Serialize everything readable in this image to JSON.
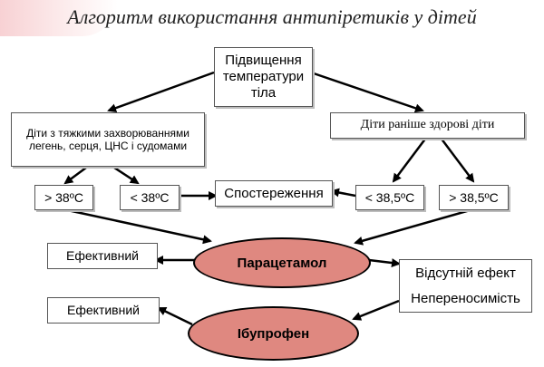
{
  "title": "Алгоритм використання антипіретиків у дітей",
  "nodes": {
    "fever": "Підвищення температури тіла",
    "risk_children": "Діти з тяжкими захворюваннями легень, серця, ЦНС і судомами",
    "healthy_children": "Діти раніше здорові діти",
    "gt38": "> 38ºС",
    "lt38": "< 38ºС",
    "observation": "Спостереження",
    "lt385": "< 38,5ºС",
    "gt385": "> 38,5ºС",
    "paracetamol": "Парацетамол",
    "effective1": "Ефективний",
    "no_effect": "Відсутній ефект",
    "intolerance": "Непереносимість",
    "effective2": "Ефективний",
    "ibuprofen": "Ібупрофен"
  }
}
